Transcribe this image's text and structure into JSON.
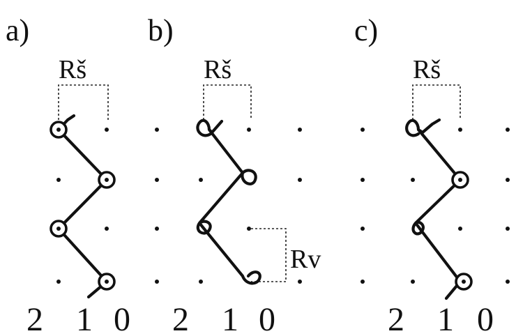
{
  "panels": [
    {
      "label": "a)",
      "dim_label": "Rš",
      "columns": [
        "2",
        "1",
        "0"
      ]
    },
    {
      "label": "b)",
      "dim_label": "Rš",
      "extra_dim_label": "Rv",
      "columns": [
        "2",
        "1",
        "0"
      ]
    },
    {
      "label": "c)",
      "dim_label": "Rš",
      "columns": [
        "2",
        "1",
        "0"
      ]
    }
  ]
}
